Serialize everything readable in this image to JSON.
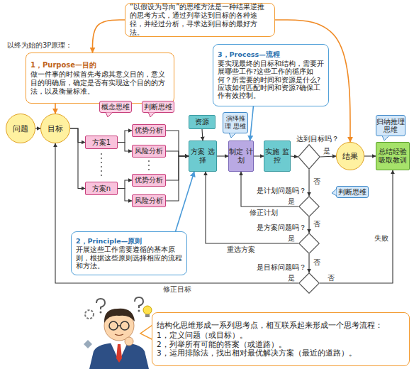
{
  "diagram": {
    "nodes": [
      {
        "text": [
          "“以假设为导向”的思维方法是一种结果逆推的思考方式，通过列举达到目标的各种途径，并经过分析，寻求达到目标的最好方法。"
        ]
      },
      {
        "text": [
          "1，Purpose—目的",
          "做一件事的时候首先考虑其意义目的，意义目的明确后，确定是否有实现这个目的的方法，以及衡量标准。"
        ]
      },
      {
        "text": [
          "3，Process—流程",
          "要实现最终的目标和结构，需要开展哪些工作?这些工作的循序如何？所需要的时间和资源是什么?应该如何匹配时间和资源?确保工作有效控制。"
        ]
      },
      {
        "text": [
          "概念思维"
        ]
      },
      {
        "text": [
          "判断思维"
        ]
      },
      {
        "text": [
          "资源"
        ]
      },
      {
        "text": [
          "演绎推理 思维"
        ]
      },
      {
        "text": [
          "归纳推理 思维"
        ]
      },
      {
        "text": [
          "问题"
        ]
      },
      {
        "text": [
          "目标"
        ]
      },
      {
        "text": [
          "方案1"
        ]
      },
      {
        "text": [
          "优势分析"
        ]
      },
      {
        "text": [
          "风险分析"
        ]
      },
      {
        "text": [
          "方案 选择"
        ]
      },
      {
        "text": [
          "制定 计划"
        ]
      },
      {
        "text": [
          "实施 监控"
        ]
      },
      {
        "text": [
          "达到目标吗？"
        ]
      },
      {
        "text": [
          "结果"
        ]
      },
      {
        "text": [
          "总结经验 吸取教训"
        ]
      },
      {
        "text": [
          "方案n"
        ]
      },
      {
        "text": [
          "优势分析"
        ]
      },
      {
        "text": [
          "风险分析"
        ]
      },
      {
        "text": [
          "判断思维"
        ]
      },
      {
        "text": [
          "是计划问题吗？"
        ]
      },
      {
        "text": [
          "是方案问题吗？"
        ]
      },
      {
        "text": [
          "2，Principle—原则",
          "开展这些工作需要遵循的基本原则，根据这些原则选择相应的流程和方法。"
        ]
      },
      {
        "text": [
          "是目标问题吗？"
        ]
      },
      {
        "text": [
          "结构化思维形成一系列思考点，相互联系起来形成一个思考流程：",
          "1，定义问题（或目标）。",
          "2，列举所有可能的答案（或道路）。",
          "3，运用排除法，找出相对最优解决方案（最近的道路）。"
        ]
      }
    ],
    "edges": [
      {
        "from": 8,
        "to": 9,
        "arrow": "to"
      },
      {
        "from": 9,
        "to": 10,
        "arrow": "to"
      },
      {
        "from": 9,
        "to": 19,
        "arrow": "to"
      },
      {
        "from": 10,
        "to": 11,
        "arrow": "to"
      },
      {
        "from": 10,
        "to": 12,
        "arrow": "to"
      },
      {
        "from": 19,
        "to": 20,
        "arrow": "to"
      },
      {
        "from": 19,
        "to": 21,
        "arrow": "to"
      },
      {
        "from": 11,
        "to": 13,
        "arrow": "to"
      },
      {
        "from": 12,
        "to": 13,
        "arrow": "to"
      },
      {
        "from": 20,
        "to": 13,
        "arrow": "to"
      },
      {
        "from": 21,
        "to": 13,
        "arrow": "to"
      },
      {
        "from": 5,
        "to": 13,
        "arrow": "to"
      },
      {
        "from": 13,
        "to": 14,
        "arrow": "to"
      },
      {
        "from": 14,
        "to": 15,
        "arrow": "to"
      },
      {
        "from": 15,
        "to": 16,
        "arrow": "to"
      },
      {
        "from": 16,
        "to": 17,
        "label": "是",
        "arrow": "to"
      },
      {
        "from": 17,
        "to": 18,
        "arrow": "to"
      },
      {
        "from": 16,
        "to": 23,
        "label": "否",
        "arrow": "to"
      },
      {
        "from": 23,
        "to": 14,
        "label": "修正计划",
        "arrow": "to"
      },
      {
        "from": 23,
        "to": 24,
        "label": "否",
        "arrow": "to"
      },
      {
        "from": 24,
        "to": 13,
        "label": "重选方案",
        "arrow": "to"
      },
      {
        "from": 24,
        "to": 26,
        "label": "否",
        "arrow": "to"
      },
      {
        "from": 26,
        "to": 9,
        "label": "修正目标",
        "arrow": "to"
      },
      {
        "from": 26,
        "to": 18,
        "label": "失败",
        "arrow": "to"
      },
      {
        "from": 0,
        "to": 1,
        "arrow": "to"
      },
      {
        "from": 0,
        "to": 17,
        "arrow": "to"
      },
      {
        "from": 1,
        "to": 9,
        "arrow": "to"
      },
      {
        "from": 2,
        "to": 14,
        "arrow": "to"
      },
      {
        "from": 25,
        "to": 13,
        "arrow": "to"
      }
    ],
    "labels": [
      "以终为始的3P原理：",
      "是",
      "是",
      "是",
      "否"
    ]
  }
}
